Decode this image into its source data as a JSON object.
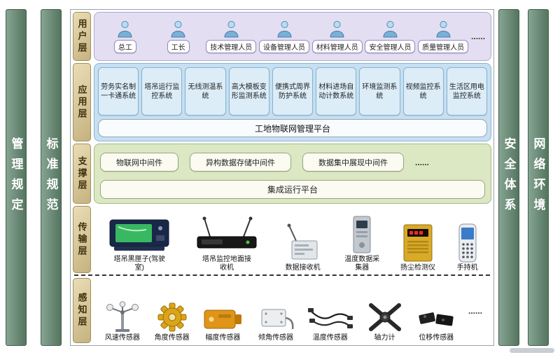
{
  "sidebars": {
    "left_outer": "管理规定",
    "left_inner": "标准规范",
    "right_inner": "安全体系",
    "right_outer": "网络环境"
  },
  "layers": {
    "user": {
      "label": "用户层",
      "roles": [
        "总工",
        "工长",
        "技术管理人员",
        "设备管理人员",
        "材料管理人员",
        "安全管理人员",
        "质量管理人员"
      ],
      "more": "......"
    },
    "application": {
      "label": "应用层",
      "systems": [
        "劳务实名制一卡通系统",
        "塔吊运行监控系统",
        "无线测温系统",
        "高大模板变形监测系统",
        "便携式周界防护系统",
        "材料进场自动计数系统",
        "环境监测系统",
        "视频监控系统",
        "生活区用电监控系统"
      ],
      "platform": "工地物联网管理平台"
    },
    "support": {
      "label": "支撑层",
      "middlewares": [
        "物联网中间件",
        "异构数据存储中间件",
        "数据集中展现中间件"
      ],
      "more": "......",
      "platform": "集成运行平台"
    },
    "transmission": {
      "label": "传输层",
      "devices": [
        {
          "icon": "crane-blackbox-icon",
          "label": "塔吊黑匣子(驾驶室)"
        },
        {
          "icon": "ground-receiver-icon",
          "label": "塔吊监控地面接收机"
        },
        {
          "icon": "data-receiver-icon",
          "label": "数据接收机"
        },
        {
          "icon": "temperature-collector-icon",
          "label": "温度数据采集器"
        },
        {
          "icon": "dust-detector-icon",
          "label": "扬尘检测仪"
        },
        {
          "icon": "handheld-terminal-icon",
          "label": "手持机"
        }
      ]
    },
    "perception": {
      "label": "感知层",
      "sensors": [
        {
          "icon": "wind-speed-sensor-icon",
          "label": "风速传感器"
        },
        {
          "icon": "angle-sensor-icon",
          "label": "角度传感器"
        },
        {
          "icon": "amplitude-sensor-icon",
          "label": "幅度传感器"
        },
        {
          "icon": "tilt-sensor-icon",
          "label": "倾角传感器"
        },
        {
          "icon": "temperature-sensor-icon",
          "label": "温度传感器"
        },
        {
          "icon": "axial-force-meter-icon",
          "label": "轴力计"
        },
        {
          "icon": "displacement-sensor-icon",
          "label": "位移传感器"
        }
      ],
      "more": "......"
    }
  },
  "colors": {
    "sidebar_green": "#5e8271",
    "layer_tab_tan": "#d4c394",
    "user_layer_bg": "#e4def2",
    "application_layer_bg": "#c6e0f2",
    "support_layer_bg": "#dce8c4",
    "box_white": "#fbfbf2"
  }
}
